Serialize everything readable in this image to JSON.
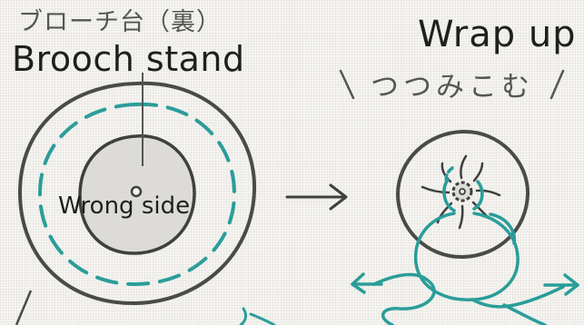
{
  "left_panel": {
    "title_jp": "ブローチ台（裏）",
    "title_en": "Brooch stand",
    "center_label": "Wrong side"
  },
  "right_panel": {
    "title_en": "Wrap up",
    "title_jp": "つつみこむ"
  },
  "colors": {
    "background": "#f6f5f1",
    "outline": "#4a4a4a",
    "thread": "#2a9d9a",
    "base_fill": "#dcdbd8"
  },
  "icons": [
    "arrow-right-icon"
  ]
}
